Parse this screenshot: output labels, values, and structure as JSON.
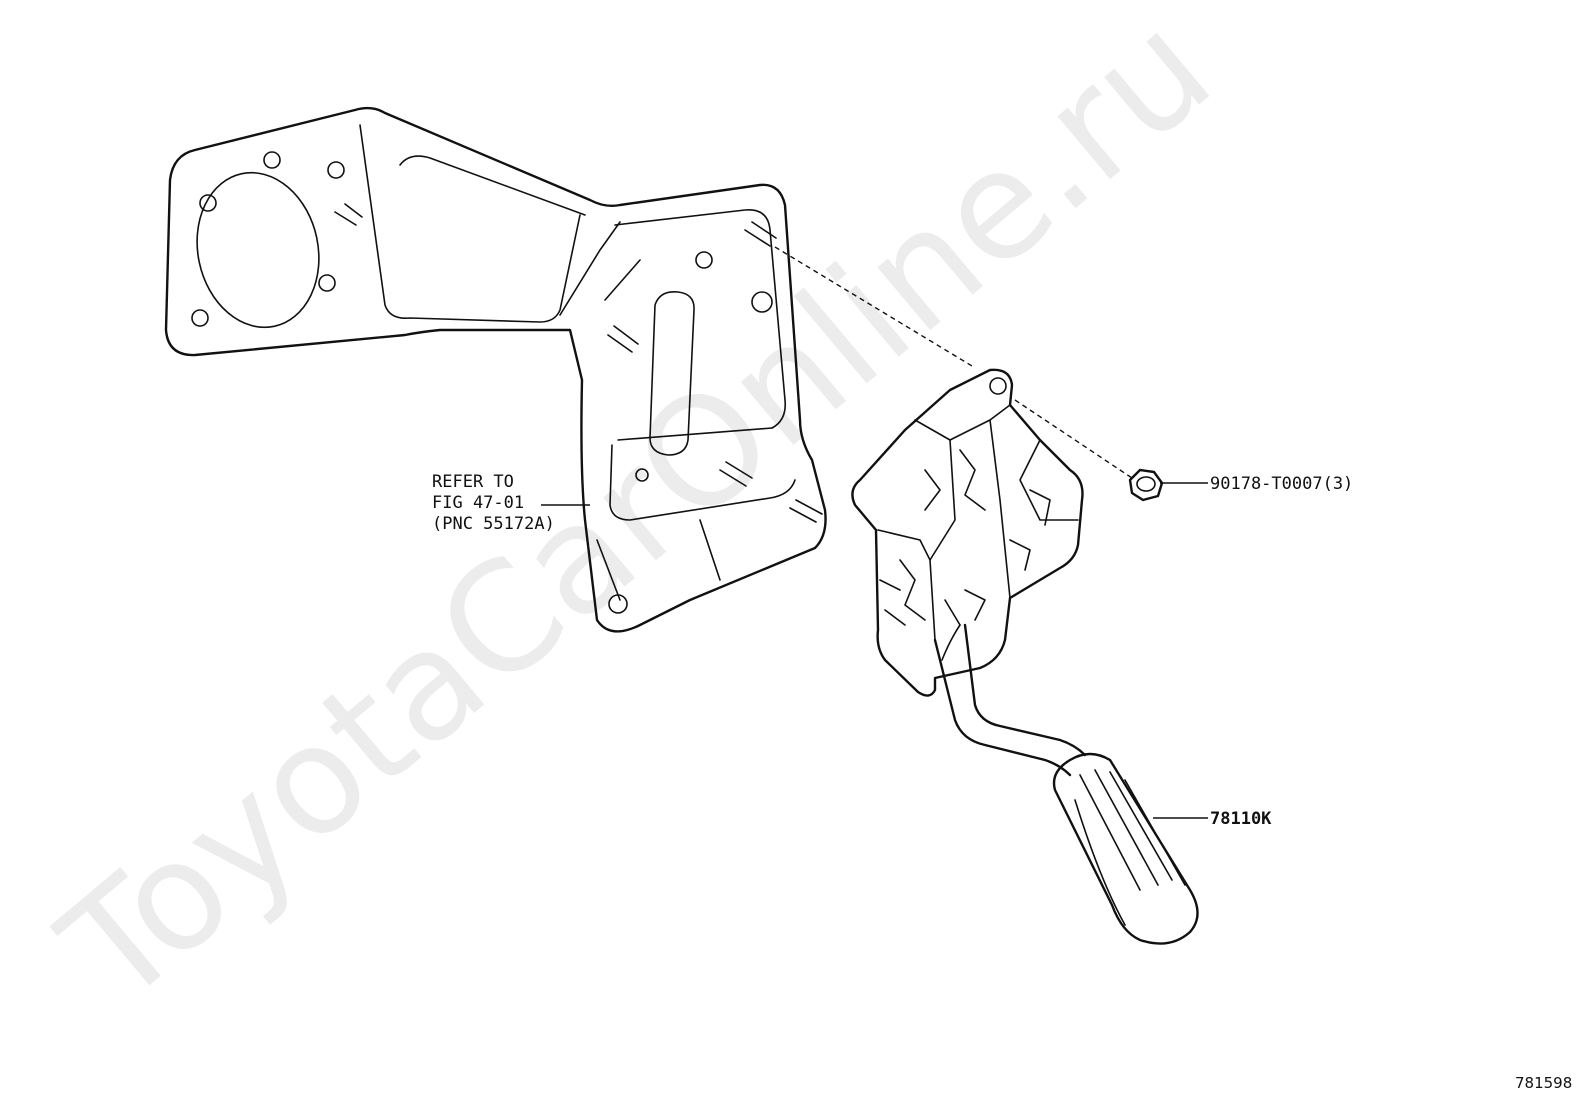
{
  "watermark": "ToyotaCarOnline.ru",
  "refer_note": {
    "line1": "REFER TO",
    "line2": "FIG 47-01",
    "line3": "(PNC 55172A)"
  },
  "callouts": {
    "nut": "90178-T0007(3)",
    "pedal": "78110K"
  },
  "figure_number": "781598"
}
